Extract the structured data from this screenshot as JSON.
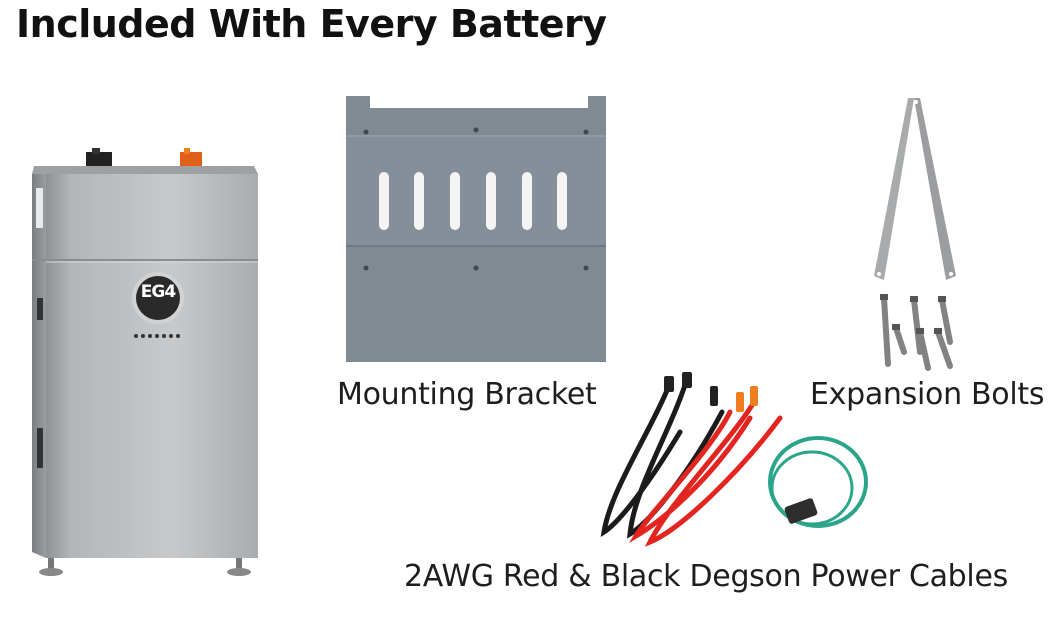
{
  "page": {
    "title": "Included With Every Battery"
  },
  "items": {
    "battery": {
      "logo": "EG4"
    },
    "bracket": {
      "caption": "Mounting Bracket"
    },
    "bolts": {
      "caption": "Expansion Bolts"
    },
    "cables": {
      "caption": "2AWG Red & Black Degson Power Cables"
    }
  },
  "colors": {
    "battery_body": "#b9bcbe",
    "bracket": "#7f8a93",
    "cable_red": "#e32520",
    "cable_black": "#1b1b1b",
    "cable_teal": "#2aa58a",
    "connector_orange": "#f07e1c"
  }
}
